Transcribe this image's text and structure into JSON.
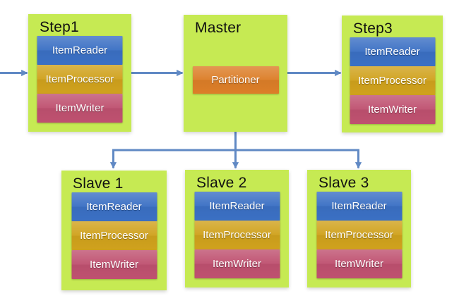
{
  "colors": {
    "green": "#c6ea53",
    "blue": "#3b70c4",
    "gold": "#d0a21d",
    "red": "#bf5170",
    "orange": "#dc7e28",
    "arrow": "#6089c4",
    "title_text": "#111111",
    "label_text": "#ffffff"
  },
  "diagram": {
    "nodes": [
      {
        "id": "step1",
        "title": "Step1",
        "components": [
          "ItemReader",
          "ItemProcessor",
          "ItemWriter"
        ]
      },
      {
        "id": "master",
        "title": "Master",
        "components": [
          "Partitioner"
        ]
      },
      {
        "id": "step3",
        "title": "Step3",
        "components": [
          "ItemReader",
          "ItemProcessor",
          "ItemWriter"
        ]
      },
      {
        "id": "slave1",
        "title": "Slave 1",
        "components": [
          "ItemReader",
          "ItemProcessor",
          "ItemWriter"
        ]
      },
      {
        "id": "slave2",
        "title": "Slave 2",
        "components": [
          "ItemReader",
          "ItemProcessor",
          "ItemWriter"
        ]
      },
      {
        "id": "slave3",
        "title": "Slave 3",
        "components": [
          "ItemReader",
          "ItemProcessor",
          "ItemWriter"
        ]
      }
    ]
  }
}
